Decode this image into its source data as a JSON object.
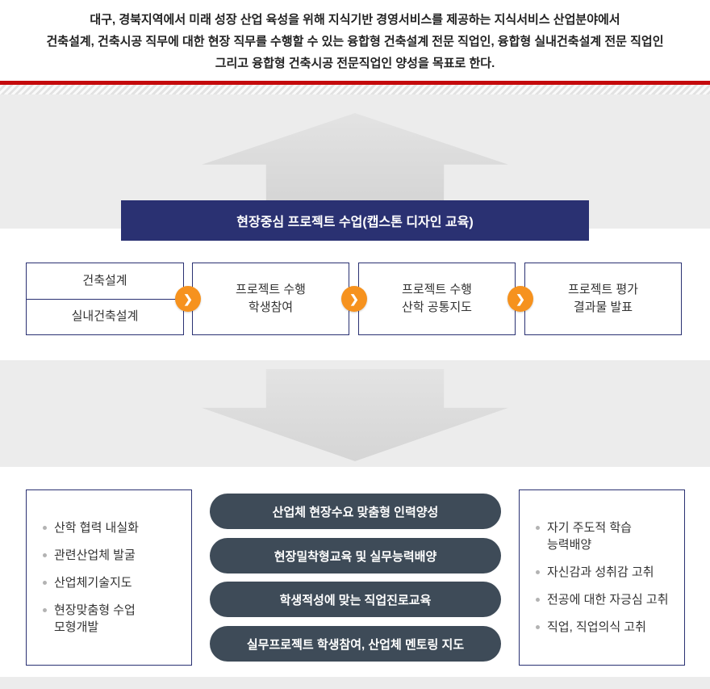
{
  "intro": {
    "lines": [
      "대구, 경북지역에서 미래 성장 산업 육성을 위해 지식기반 경영서비스를 제공하는 지식서비스 산업분야에서",
      "건축설계, 건축시공 직무에 대한 현장 직무를 수행할 수 있는 융합형 건축설계 전문 직업인, 융합형 실내건축설계 전문 직업인",
      "그리고 융합형 건축시공 전문직업인 양성을 목표로 한다."
    ]
  },
  "process": {
    "title": "현장중심 프로젝트 수업(캡스톤 디자인 교육)",
    "tracks": {
      "top": "건축설계",
      "bottom": "실내건축설계"
    },
    "steps": [
      "프로젝트 수행\n학생참여",
      "프로젝트 수행\n산학 공통지도",
      "프로젝트 평가\n결과물 발표"
    ],
    "arrow_glyph": "❯"
  },
  "outcomes": {
    "industry_list": [
      "산학 협력 내실화",
      "관련산업체 발굴",
      "산업체기술지도",
      "현장맞춤형 수업\n모형개발"
    ],
    "pills": [
      "산업체 현장수요 맞춤형 인력양성",
      "현장밀착형교육 및 실무능력배양",
      "학생적성에 맞는 직업진로교육",
      "실무프로젝트 학생참여, 산업체 멘토링 지도"
    ],
    "student_list": [
      "자기 주도적 학습\n능력배양",
      "자신감과 성취감 고취",
      "전공에 대한 자긍심 고취",
      "직업, 직업의식 고취"
    ]
  },
  "colors": {
    "accent_red": "#c40a0c",
    "navy": "#2a3172",
    "orange": "#f6921e",
    "pill_slate": "#3e4b58",
    "section_gray": "#ececec"
  }
}
